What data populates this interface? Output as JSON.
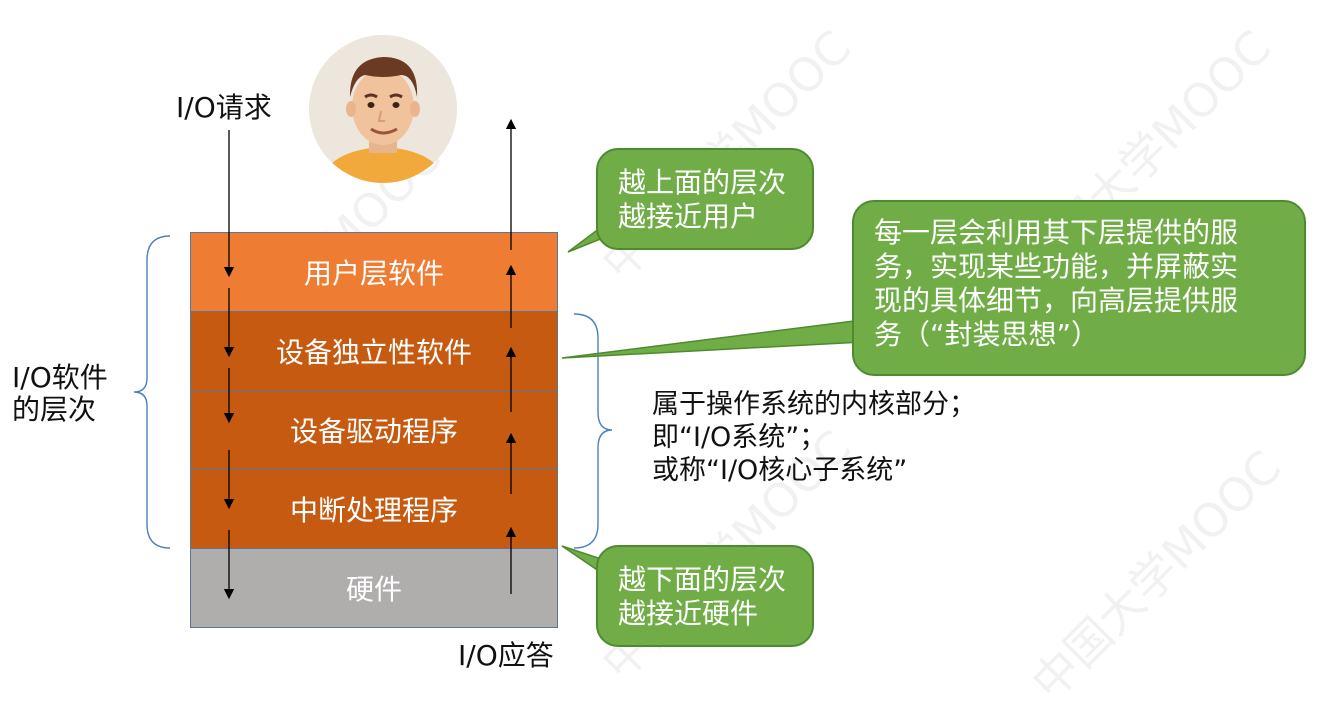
{
  "watermark": "中国大学MOOC",
  "labels": {
    "io_request": "I/O请求",
    "io_response": "I/O应答",
    "io_software_levels": [
      "I/O软件",
      "的层次"
    ]
  },
  "layers": [
    {
      "name": "用户层软件",
      "color": "#ee7d33"
    },
    {
      "name": "设备独立性软件",
      "color": "#c65a10"
    },
    {
      "name": "设备驱动程序",
      "color": "#c65a10"
    },
    {
      "name": "中断处理程序",
      "color": "#c65a10"
    },
    {
      "name": "硬件",
      "color": "#b0adad"
    }
  ],
  "callouts": {
    "top": [
      "越上面的层次",
      "越接近用户"
    ],
    "middle": [
      "每一层会利用其下层提供的服",
      "务，实现某些功能，并屏蔽实",
      "现的具体细节，向高层提供服",
      "务（“封装思想”）"
    ],
    "bottom": [
      "越下面的层次",
      "越接近硬件"
    ]
  },
  "kernel_note": [
    "属于操作系统的内核部分；",
    "即“I/O系统”；",
    "或称“I/O核心子系统”"
  ]
}
